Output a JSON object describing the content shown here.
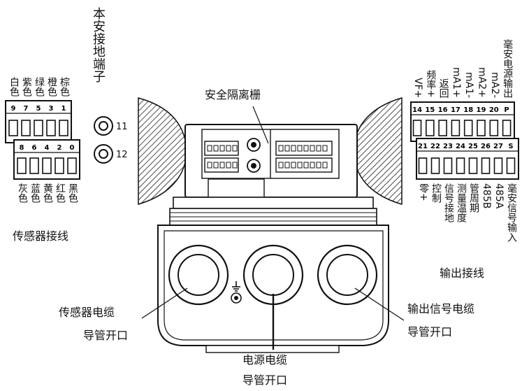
{
  "labels": {
    "ground_terminal": "本安接地端子",
    "safety_barrier": "安全隔离栅",
    "sensor_wiring": "传感器接线",
    "output_wiring": "输出接线",
    "sensor_conduit_l1": "传感器电缆",
    "sensor_conduit_l2": "导管开口",
    "power_conduit_l1": "电源电缆",
    "power_conduit_l2": "导管开口",
    "output_conduit_l1": "输出信号电缆",
    "output_conduit_l2": "导管开口",
    "ground_11": "11",
    "ground_12": "12"
  },
  "sensor_top_terminals": [
    "9",
    "7",
    "5",
    "3",
    "1"
  ],
  "sensor_top_colors": [
    "白色",
    "紫色",
    "绿色",
    "橙色",
    "棕色"
  ],
  "sensor_bottom_terminals": [
    "8",
    "6",
    "4",
    "2",
    "0"
  ],
  "sensor_bottom_colors": [
    "灰色",
    "蓝色",
    "黄色",
    "红色",
    "黑色"
  ],
  "output_top_terminals": [
    "14",
    "15",
    "16",
    "17",
    "18",
    "19",
    "20",
    "P"
  ],
  "output_top_labels": [
    "VF+",
    "频率+",
    "返回",
    "mA1+",
    "mA1-",
    "mA2+",
    "mA2-",
    "毫安电源输出"
  ],
  "output_bottom_terminals": [
    "21",
    "22",
    "23",
    "24",
    "25",
    "26",
    "27",
    "S"
  ],
  "output_bottom_labels": [
    "零+",
    "控制",
    "信号接地",
    "测量温度",
    "管周期",
    "485B",
    "485A",
    "毫安信号输入"
  ]
}
